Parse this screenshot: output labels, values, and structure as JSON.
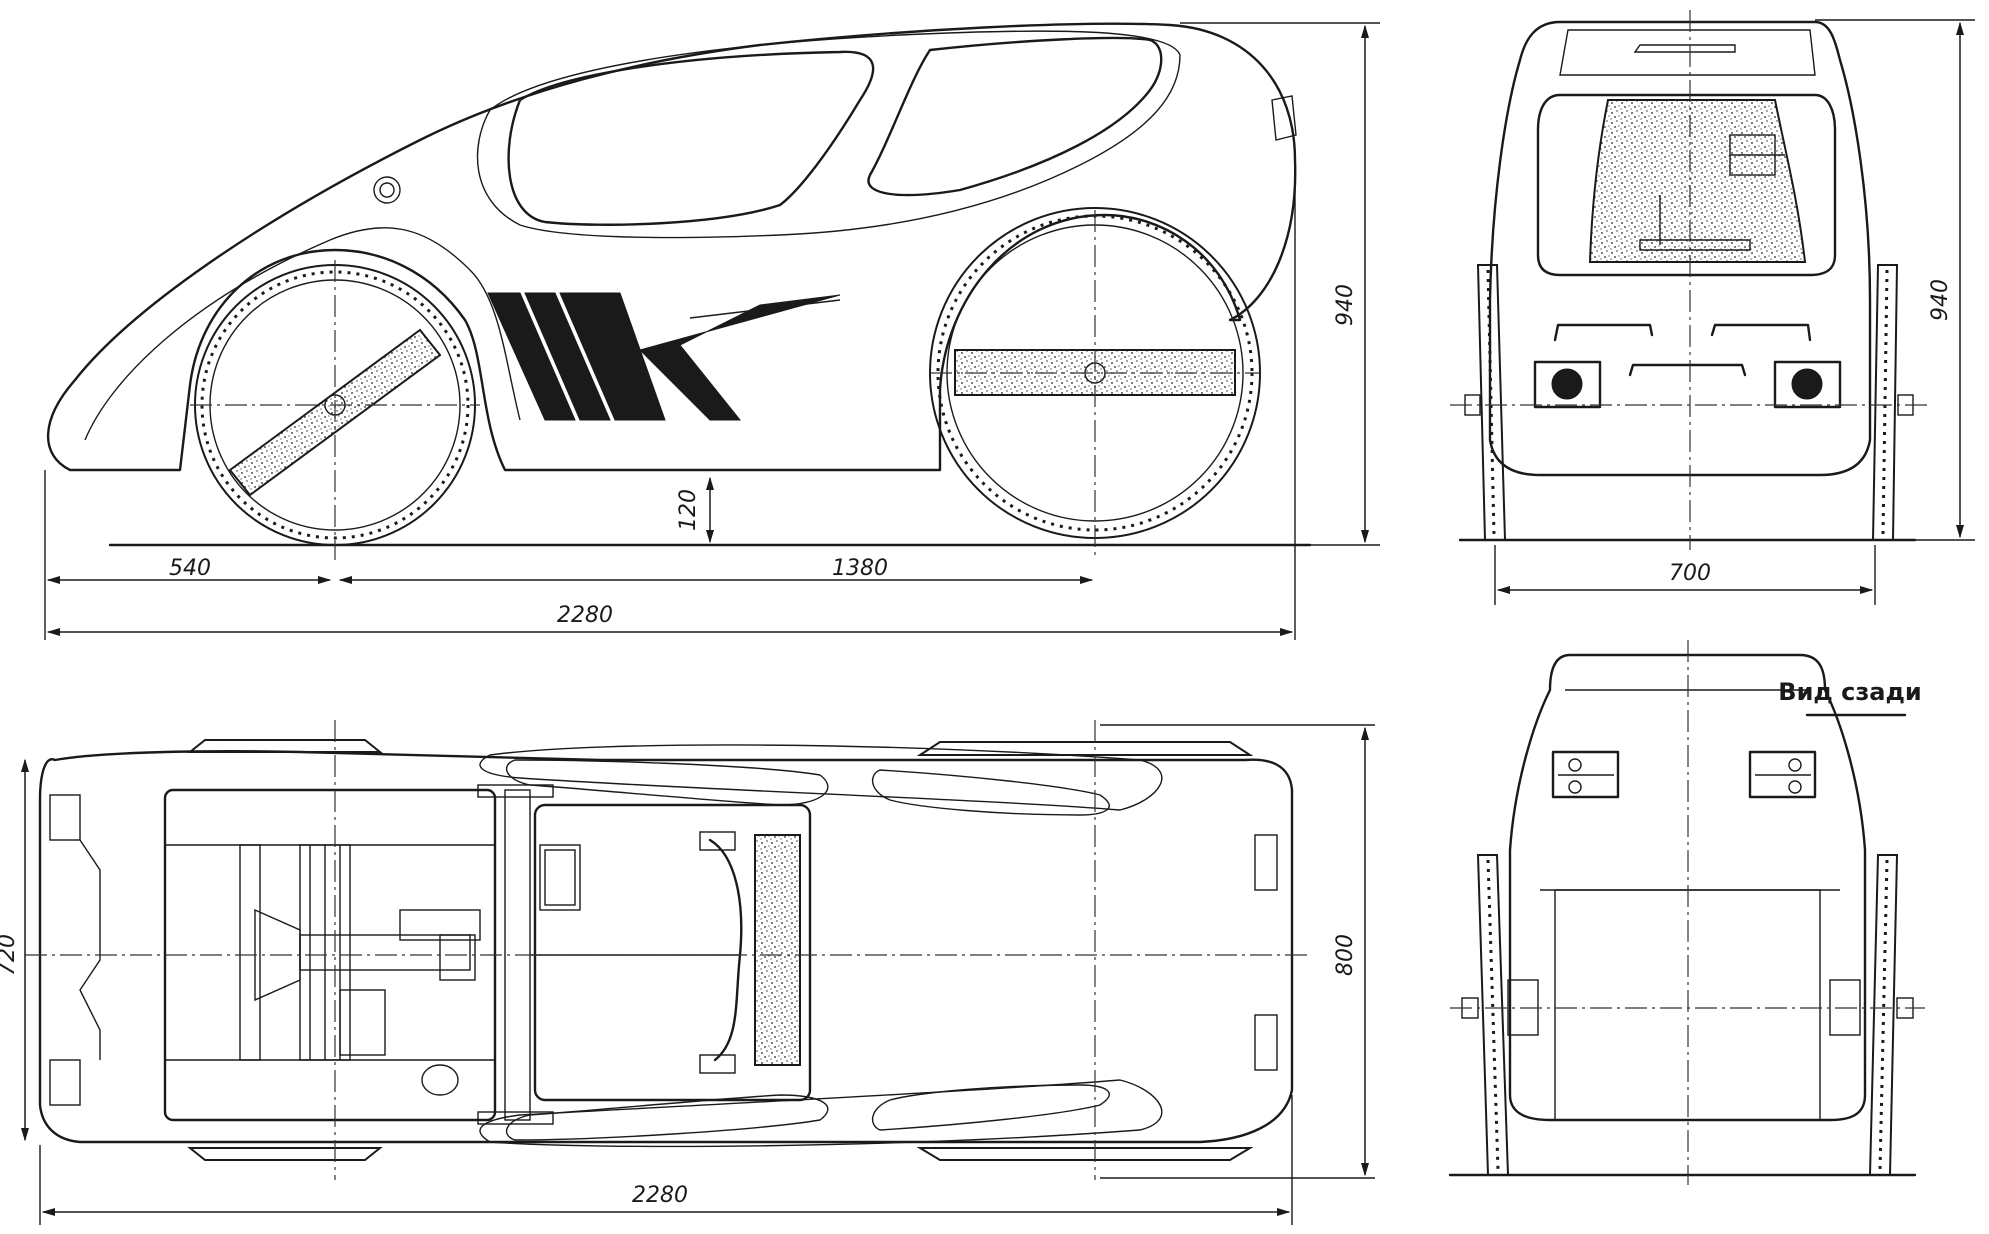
{
  "side_view": {
    "dim_front_overhang": "540",
    "dim_wheelbase": "1380",
    "dim_total_length": "2280",
    "dim_ground_clearance": "120",
    "dim_height": "940"
  },
  "front_view": {
    "dim_width": "700",
    "dim_height": "940"
  },
  "top_view": {
    "dim_total_length": "2280",
    "dim_body_width": "720",
    "dim_overall_width": "800"
  },
  "rear_view": {
    "label": "Вид сзади"
  }
}
